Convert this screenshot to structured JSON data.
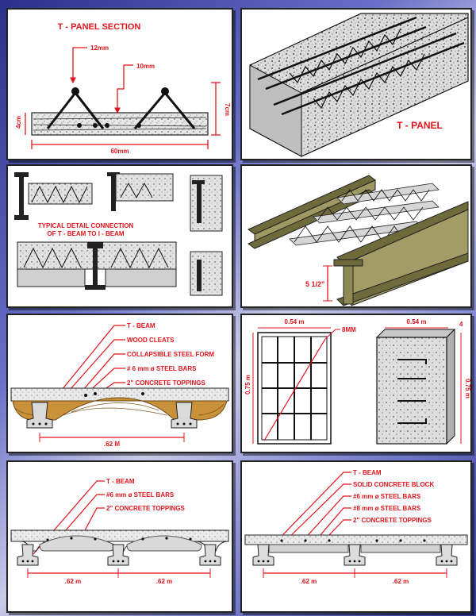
{
  "panel1": {
    "title": "T - PANEL SECTION",
    "dim_top": "12mm",
    "dim_mid": "10mm",
    "dim_left": "4cm",
    "dim_right": "7cm",
    "dim_bottom": "60mm"
  },
  "panel2": {
    "label": "T - PANEL"
  },
  "panel3": {
    "caption_line1": "TYPICAL DETAIL CONNECTION",
    "caption_line2": "OF T - BEAM TO I - BEAM"
  },
  "panel4": {
    "dim": "5 1/2\""
  },
  "panel5": {
    "labels": [
      "T - BEAM",
      "WOOD CLEATS",
      "COLLAPSIBLE STEEL FORM",
      "# 6 mm ø STEEL BARS",
      "2\" CONCRETE TOPPINGS"
    ],
    "dim": ".62 M"
  },
  "panel6": {
    "width_left": "0.54 m",
    "height_left": "0.75 m",
    "bar_size": "8MM",
    "width_right": "0.54 m",
    "depth_right": "4",
    "height_right": "0.75 m"
  },
  "panel7": {
    "labels": [
      "T - BEAM",
      "#6 mm ø STEEL BARS",
      "2\" CONCRETE TOPPINGS"
    ],
    "dims": [
      ".62 m",
      ".62 m"
    ]
  },
  "panel8": {
    "labels": [
      "T - BEAM",
      "SOLID CONCRETE BLOCK",
      "#6 mm ø STEEL BARS",
      "#8 mm ø STEEL BARS",
      "2\" CONCRETE TOPPINGS"
    ],
    "dims": [
      ".62 m",
      ".62 m"
    ]
  },
  "colors": {
    "annotation": "#e0151b",
    "background_dark": "#2a2f8a",
    "steel": "#8a8550"
  }
}
